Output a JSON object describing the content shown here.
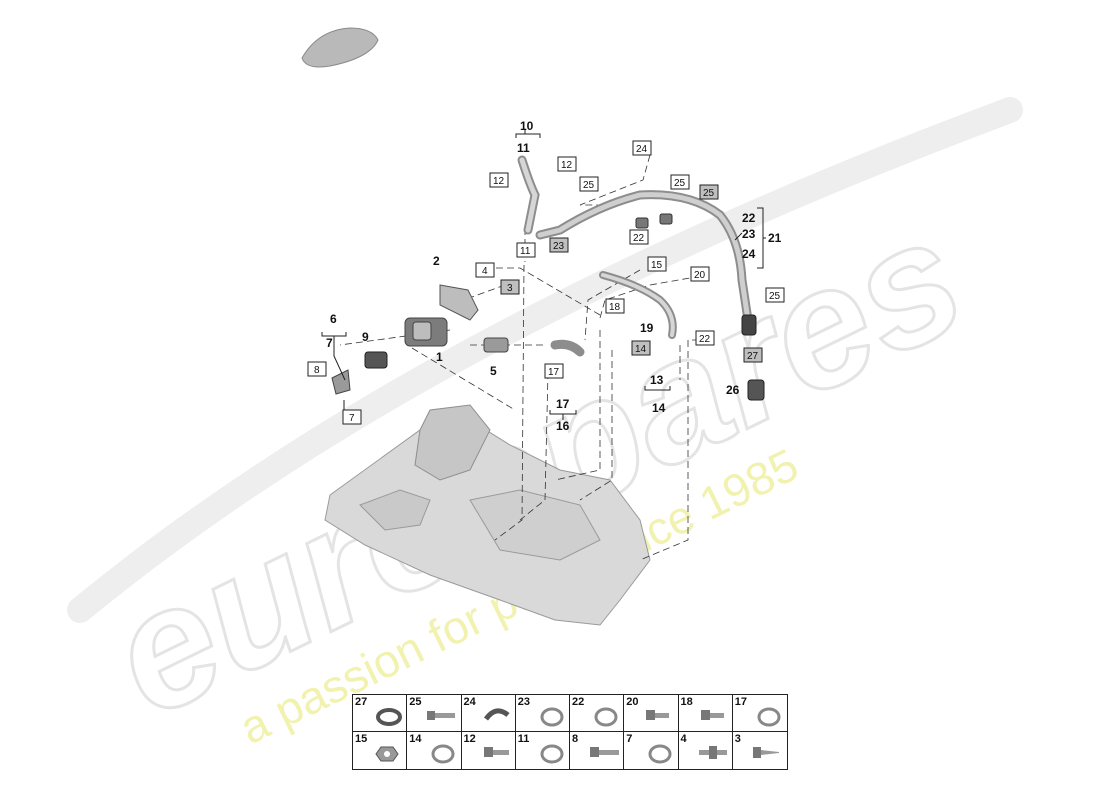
{
  "watermark": {
    "brand": "eurospares",
    "tagline": "a passion for parts since 1985"
  },
  "callouts": {
    "c10": "10",
    "c11": "11",
    "c12a": "12",
    "c12b": "12",
    "c11b": "11",
    "c24top": "24",
    "c25a": "25",
    "c25b": "25",
    "c25c": "25",
    "c25d": "25",
    "c23": "23",
    "c22a": "22",
    "c22b": "22",
    "c23b": "23",
    "c24b": "24",
    "c21": "21",
    "c2": "2",
    "c4": "4",
    "c3": "3",
    "c6": "6",
    "c7": "7",
    "c9": "9",
    "c1": "1",
    "c8": "8",
    "c7b": "7",
    "c5": "5",
    "c15": "15",
    "c20": "20",
    "c18": "18",
    "c19": "19",
    "c14": "14",
    "c22c": "22",
    "c27": "27",
    "c26": "26",
    "c17": "17",
    "c17b": "17",
    "c16": "16",
    "c13": "13",
    "c14b": "14"
  },
  "legend": {
    "row1": [
      "27",
      "25",
      "24",
      "23",
      "22",
      "20",
      "18",
      "17"
    ],
    "row2": [
      "15",
      "14",
      "12",
      "11",
      "8",
      "7",
      "4",
      "3"
    ]
  }
}
